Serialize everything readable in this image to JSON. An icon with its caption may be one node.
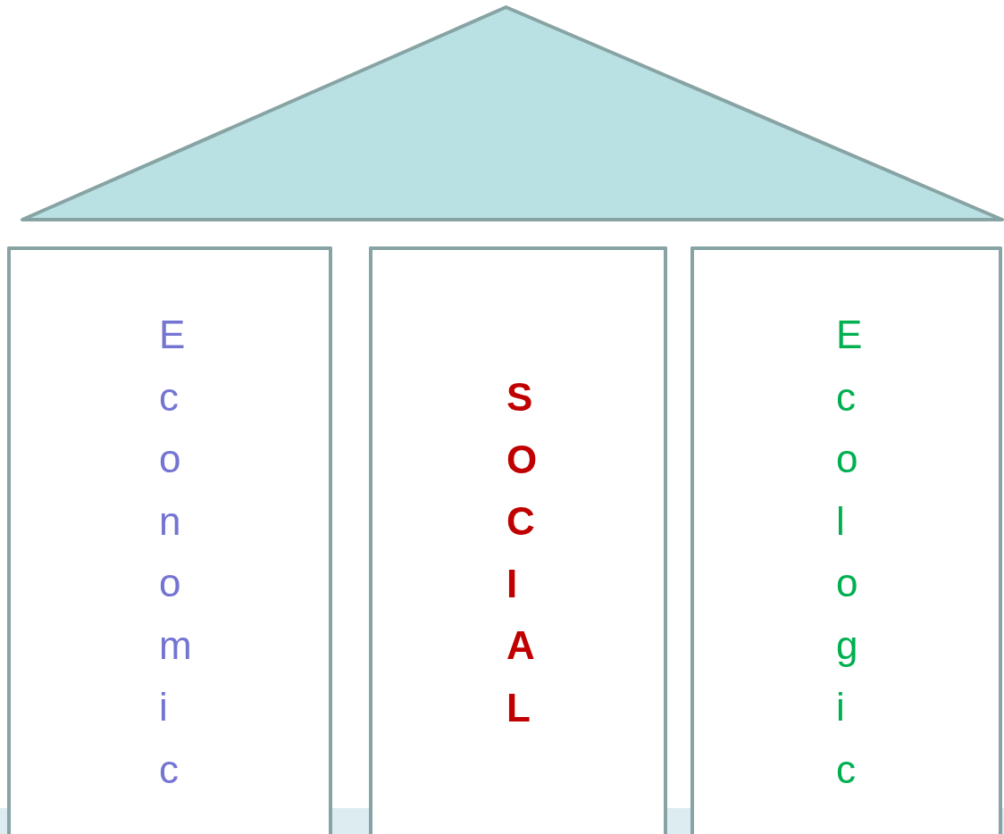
{
  "diagram": {
    "nodes": [
      {
        "text": [],
        "shape": "triangle"
      },
      {
        "text": [
          "Economic"
        ]
      },
      {
        "text": [
          "SOCIAL"
        ]
      },
      {
        "text": [
          "Ecologic"
        ]
      },
      {
        "text": [],
        "shape": "bar"
      }
    ]
  }
}
